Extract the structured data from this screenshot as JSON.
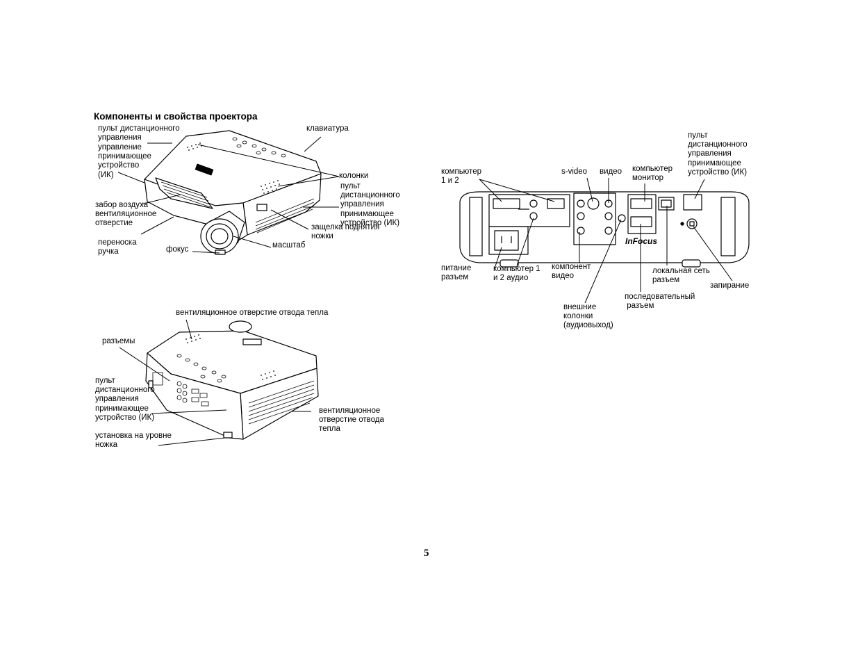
{
  "title": "Компоненты и свойства проектора",
  "page_number": "5",
  "brand_logo": "InFocus",
  "labels_front": {
    "remote_receiver_top": "пульт дистанционного\nуправления",
    "remote_receiver_ir": "управление\nпринимающее\nустройство\n(ИК)",
    "keypad": "клавиатура",
    "speakers": "колонки",
    "remote_receiver_side": "пульт\nдистанционного\nуправления\nпринимающее\nустройство (ИК)",
    "air_intake": "забор воздуха\nвентиляционное\nотверстие",
    "elevator_release": "защелка поднятия\nножки",
    "handle": "переноска\nручка",
    "focus": "фокус",
    "zoom": "масштаб"
  },
  "labels_rear_view": {
    "exhaust_top": "вентиляционное отверстие отвода тепла",
    "connectors": "разъемы",
    "remote_receiver": "пульт\nдистанционного\nуправления\nпринимающее\nустройство (ИК)",
    "leveling_foot": "установка на уровне\nножка",
    "exhaust_side": "вентиляционное\nотверстие отвода\nтепла"
  },
  "labels_panel": {
    "computer_1_2": "компьютер\n1 и 2",
    "s_video": "s-video",
    "video": "видео",
    "computer_monitor": "компьютер\nмонитор",
    "remote_receiver": "пульт\nдистанционного\nуправления\nпринимающее\nустройство (ИК)",
    "power_connector": "питание\nразъем",
    "computer_audio": "компьютер 1\nи 2 аудио",
    "component_video": "компонент\nвидео",
    "external_speakers": "внешние\nколонки\n(аудиовыход)",
    "lan_connector": "локальная сеть\nразъем",
    "serial_connector": "последовательный\n разъем",
    "lock": "запирание"
  }
}
